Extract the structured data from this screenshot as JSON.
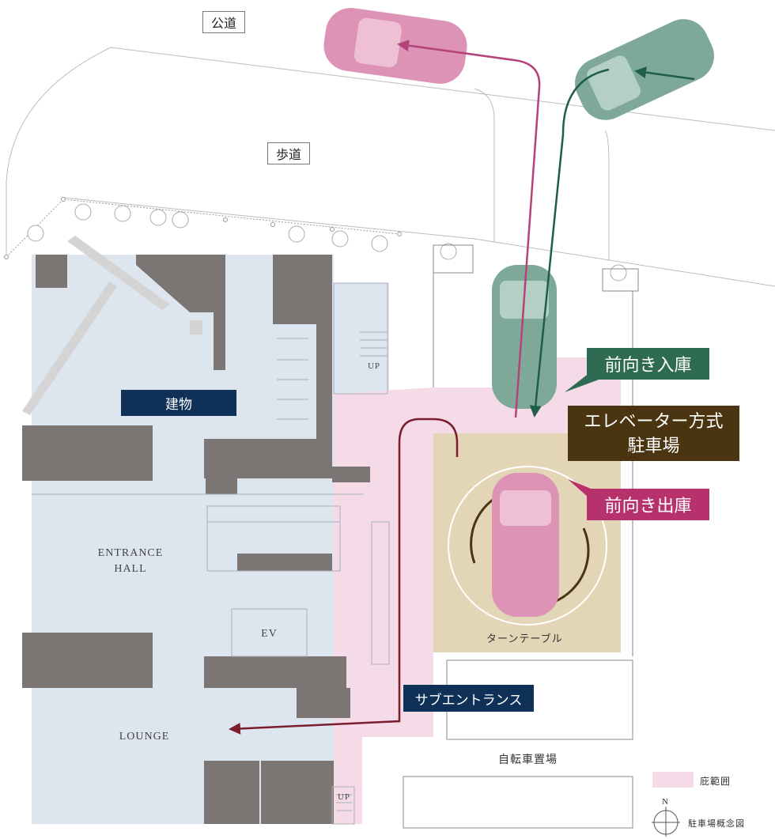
{
  "labels": {
    "public_road": "公道",
    "sidewalk": "歩道",
    "building": "建物",
    "forward_in": "前向き入庫",
    "elevator_parking_line1": "エレベーター方式",
    "elevator_parking_line2": "駐車場",
    "forward_out": "前向き出庫",
    "sub_entrance": "サブエントランス",
    "entrance_hall_line1": "ENTRANCE",
    "entrance_hall_line2": "HALL",
    "ev": "EV",
    "lounge": "LOUNGE",
    "up1": "UP",
    "up2": "UP",
    "turntable": "ターンテーブル",
    "bicycle_parking": "自転車置場",
    "legend_label": "庇範囲",
    "compass_n": "N",
    "diagram_title": "駐車場概念図"
  },
  "colors": {
    "building_fill": "#dde5ef",
    "wall": "#7b7573",
    "canopy": "#f5dbe8",
    "turntable": "#e3d6b6",
    "car_in": "#7ea898",
    "car_out": "#dc93b5",
    "arrow_in": "#1f5e48",
    "arrow_out": "#b4437b",
    "arrow_sub": "#7a1e2e",
    "rotation": "#4a3510"
  },
  "icons": {
    "car": "car-topview-icon",
    "arrow": "arrow-icon",
    "tree": "tree-icon",
    "compass": "north-compass-icon"
  }
}
